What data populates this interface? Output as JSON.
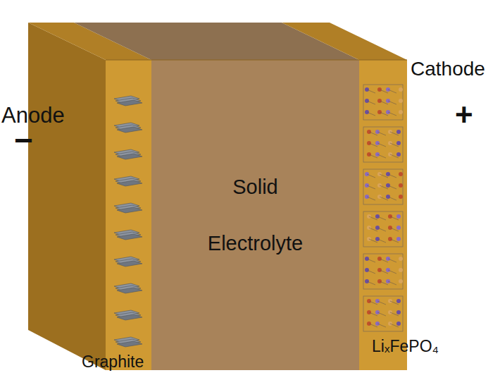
{
  "diagram": {
    "nodes": [
      {
        "text": [
          "Solid Electrolyte"
        ]
      }
    ],
    "labels": [
      "Anode",
      "−",
      "Cathode",
      "+",
      "Graphite",
      "LiₓFePO₄"
    ]
  }
}
